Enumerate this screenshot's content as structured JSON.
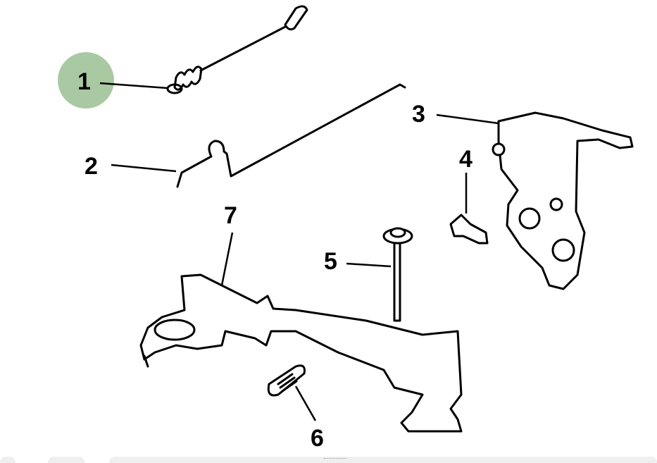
{
  "diagram": {
    "callouts": [
      {
        "number": "1",
        "highlighted": true
      },
      {
        "number": "2"
      },
      {
        "number": "3"
      },
      {
        "number": "4"
      },
      {
        "number": "5"
      },
      {
        "number": "6"
      },
      {
        "number": "7"
      }
    ],
    "highlight_color": "#a9c9a3"
  }
}
